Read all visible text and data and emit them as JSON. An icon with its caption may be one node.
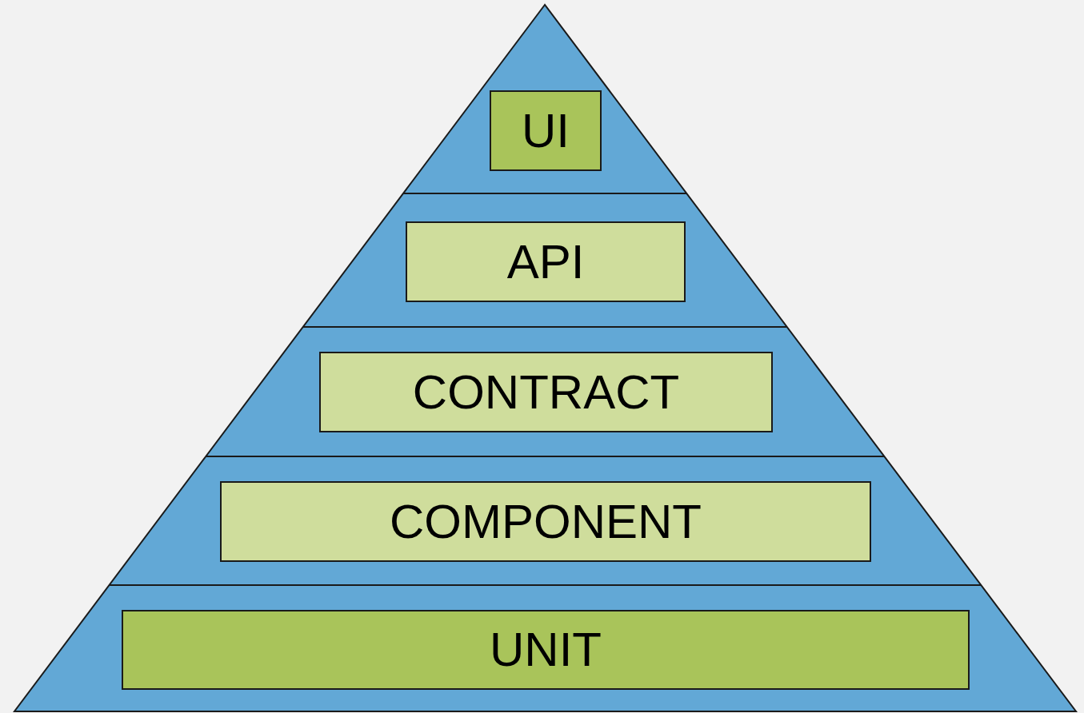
{
  "diagram": {
    "nodes": [
      {
        "text": [
          "UI"
        ]
      },
      {
        "text": [
          "API"
        ]
      },
      {
        "text": [
          "CONTRACT"
        ]
      },
      {
        "text": [
          "COMPONENT"
        ]
      },
      {
        "text": [
          "UNIT"
        ]
      }
    ]
  }
}
